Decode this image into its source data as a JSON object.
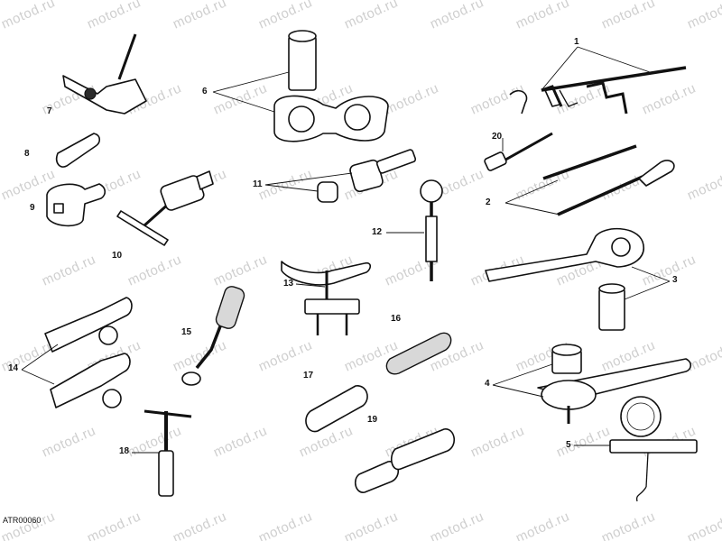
{
  "watermark": "motod.ru",
  "reference_code": "ATR00060",
  "callouts": {
    "n1": "1",
    "n2": "2",
    "n3": "3",
    "n4": "4",
    "n5": "5",
    "n6": "6",
    "n7": "7",
    "n8": "8",
    "n9": "9",
    "n10": "10",
    "n11": "11",
    "n12": "12",
    "n13": "13",
    "n14": "14",
    "n15": "15",
    "n16": "16",
    "n17": "17",
    "n18": "18",
    "n19": "19",
    "n20": "20"
  }
}
